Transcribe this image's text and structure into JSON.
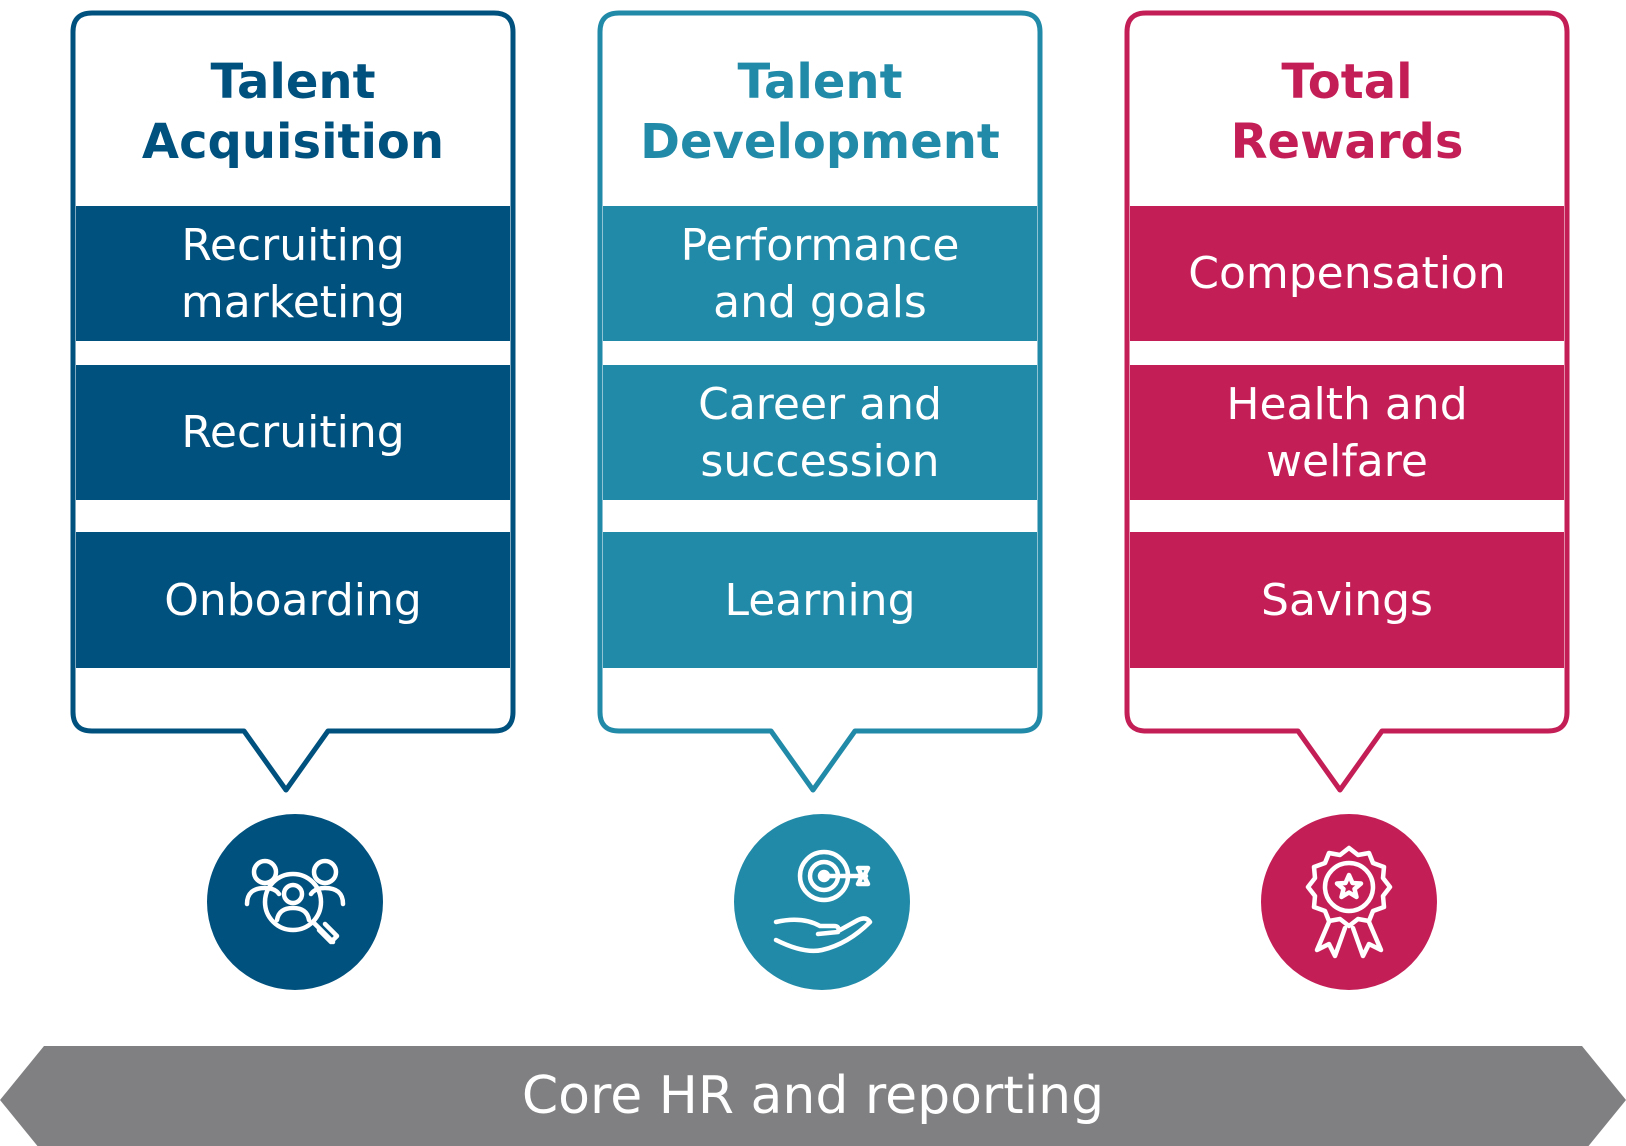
{
  "columns": [
    {
      "title_lines": [
        "Talent",
        "Acquisition"
      ],
      "color": "#00517e",
      "items": [
        {
          "lines": [
            "Recruiting",
            "marketing"
          ]
        },
        {
          "lines": [
            "Recruiting"
          ]
        },
        {
          "lines": [
            "Onboarding"
          ]
        }
      ],
      "icon": "people-search-icon"
    },
    {
      "title_lines": [
        "Talent",
        "Development"
      ],
      "color": "#218aa8",
      "items": [
        {
          "lines": [
            "Performance",
            "and goals"
          ]
        },
        {
          "lines": [
            "Career and",
            "succession"
          ]
        },
        {
          "lines": [
            "Learning"
          ]
        }
      ],
      "icon": "target-hand-icon"
    },
    {
      "title_lines": [
        "Total",
        "Rewards"
      ],
      "color": "#c41e57",
      "items": [
        {
          "lines": [
            "Compensation"
          ]
        },
        {
          "lines": [
            "Health and",
            "welfare"
          ]
        },
        {
          "lines": [
            "Savings"
          ]
        }
      ],
      "icon": "award-badge-icon"
    }
  ],
  "foundation": {
    "label": "Core HR and reporting",
    "color": "#808082"
  }
}
